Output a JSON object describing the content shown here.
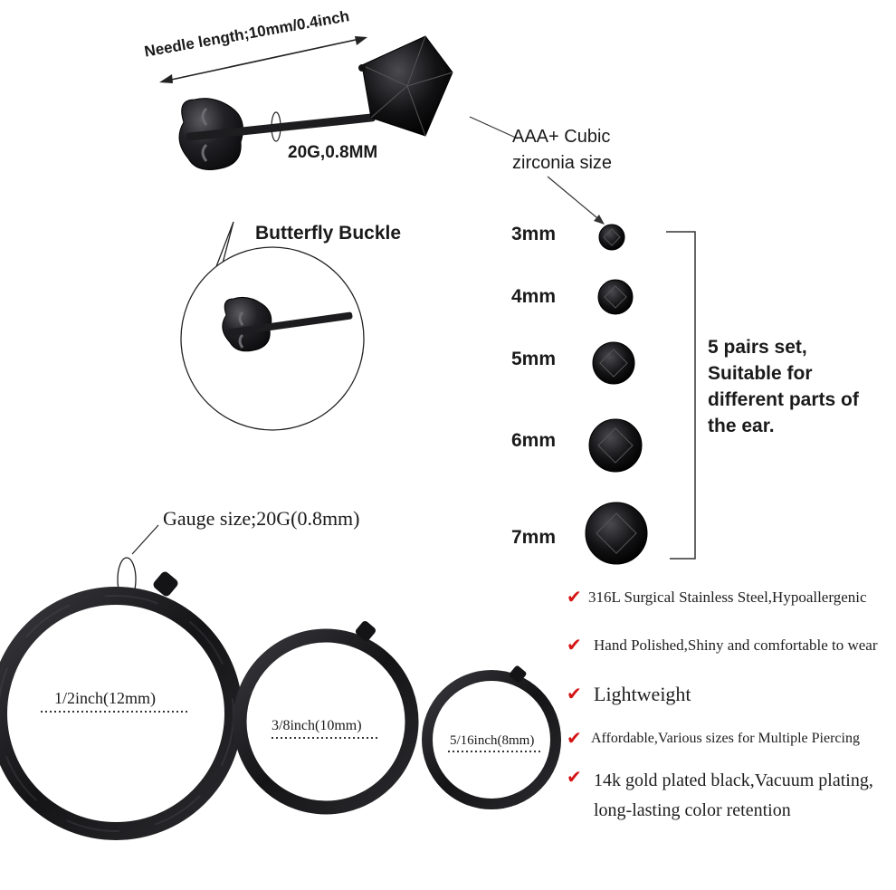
{
  "stud": {
    "needle_length": "Needle length;10mm/0.4inch",
    "gauge": "20G,0.8MM",
    "zirconia_label": "AAA+ Cubic zirconia size",
    "butterfly_label": "Butterfly Buckle"
  },
  "sizes": [
    "3mm",
    "4mm",
    "5mm",
    "6mm",
    "7mm"
  ],
  "set_note": "5 pairs set, Suitable for different parts of the ear.",
  "hoops": {
    "gauge_label": "Gauge size;20G(0.8mm)",
    "large": "1/2inch(12mm)",
    "medium": "3/8inch(10mm)",
    "small": "5/16inch(8mm)"
  },
  "features": [
    "316L Surgical Stainless Steel,Hypoallergenic",
    "Hand Polished,Shiny and comfortable to wear",
    "Lightweight",
    "Affordable,Various sizes for Multiple Piercing",
    "14k gold plated black,Vacuum plating, long-lasting color retention"
  ],
  "colors": {
    "metal": "#1b1b1d",
    "check": "#d41414",
    "text": "#1a1a1a"
  },
  "icons": {
    "check": "check-icon"
  }
}
